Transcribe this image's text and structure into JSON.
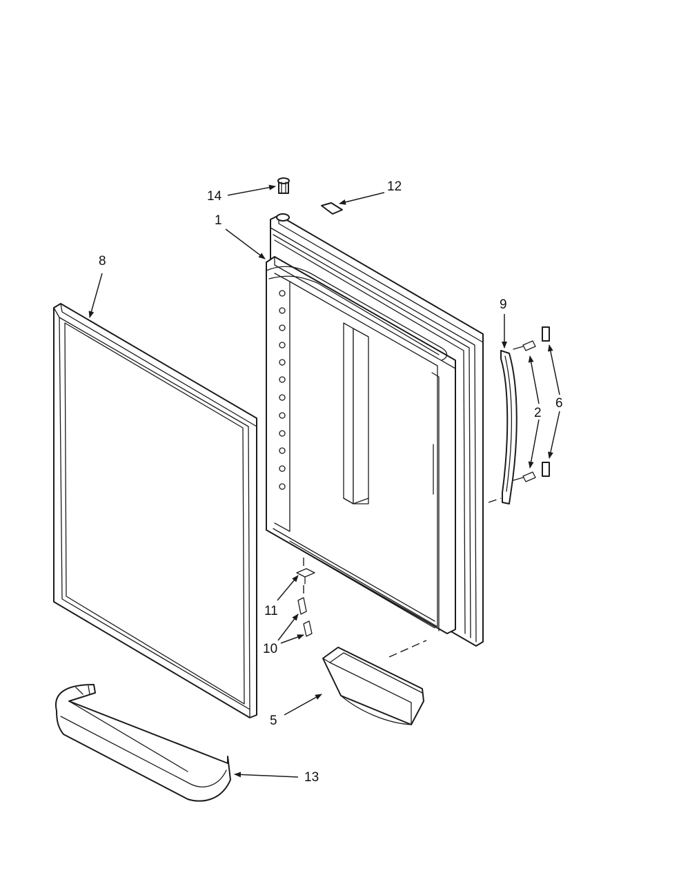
{
  "diagram": {
    "colors": {
      "line": "#1a1a1a",
      "background": "#ffffff"
    },
    "callouts": {
      "c1": "1",
      "c2": "2",
      "c5": "5",
      "c6": "6",
      "c8": "8",
      "c9": "9",
      "c10": "10",
      "c11": "11",
      "c12": "12",
      "c13": "13",
      "c14": "14"
    }
  }
}
